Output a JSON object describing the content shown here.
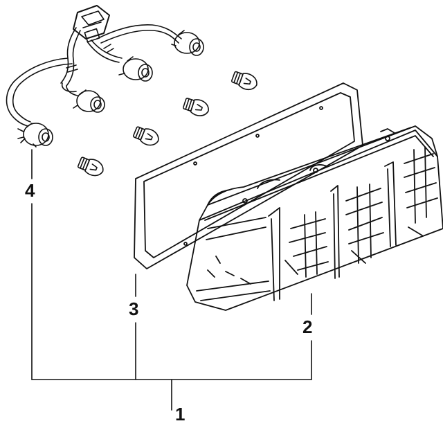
{
  "diagram": {
    "callouts": [
      {
        "id": "1",
        "label": "1"
      },
      {
        "id": "2",
        "label": "2"
      },
      {
        "id": "3",
        "label": "3"
      },
      {
        "id": "4",
        "label": "4"
      }
    ]
  },
  "colors": {
    "ink": "#111111",
    "paper": "#ffffff"
  }
}
